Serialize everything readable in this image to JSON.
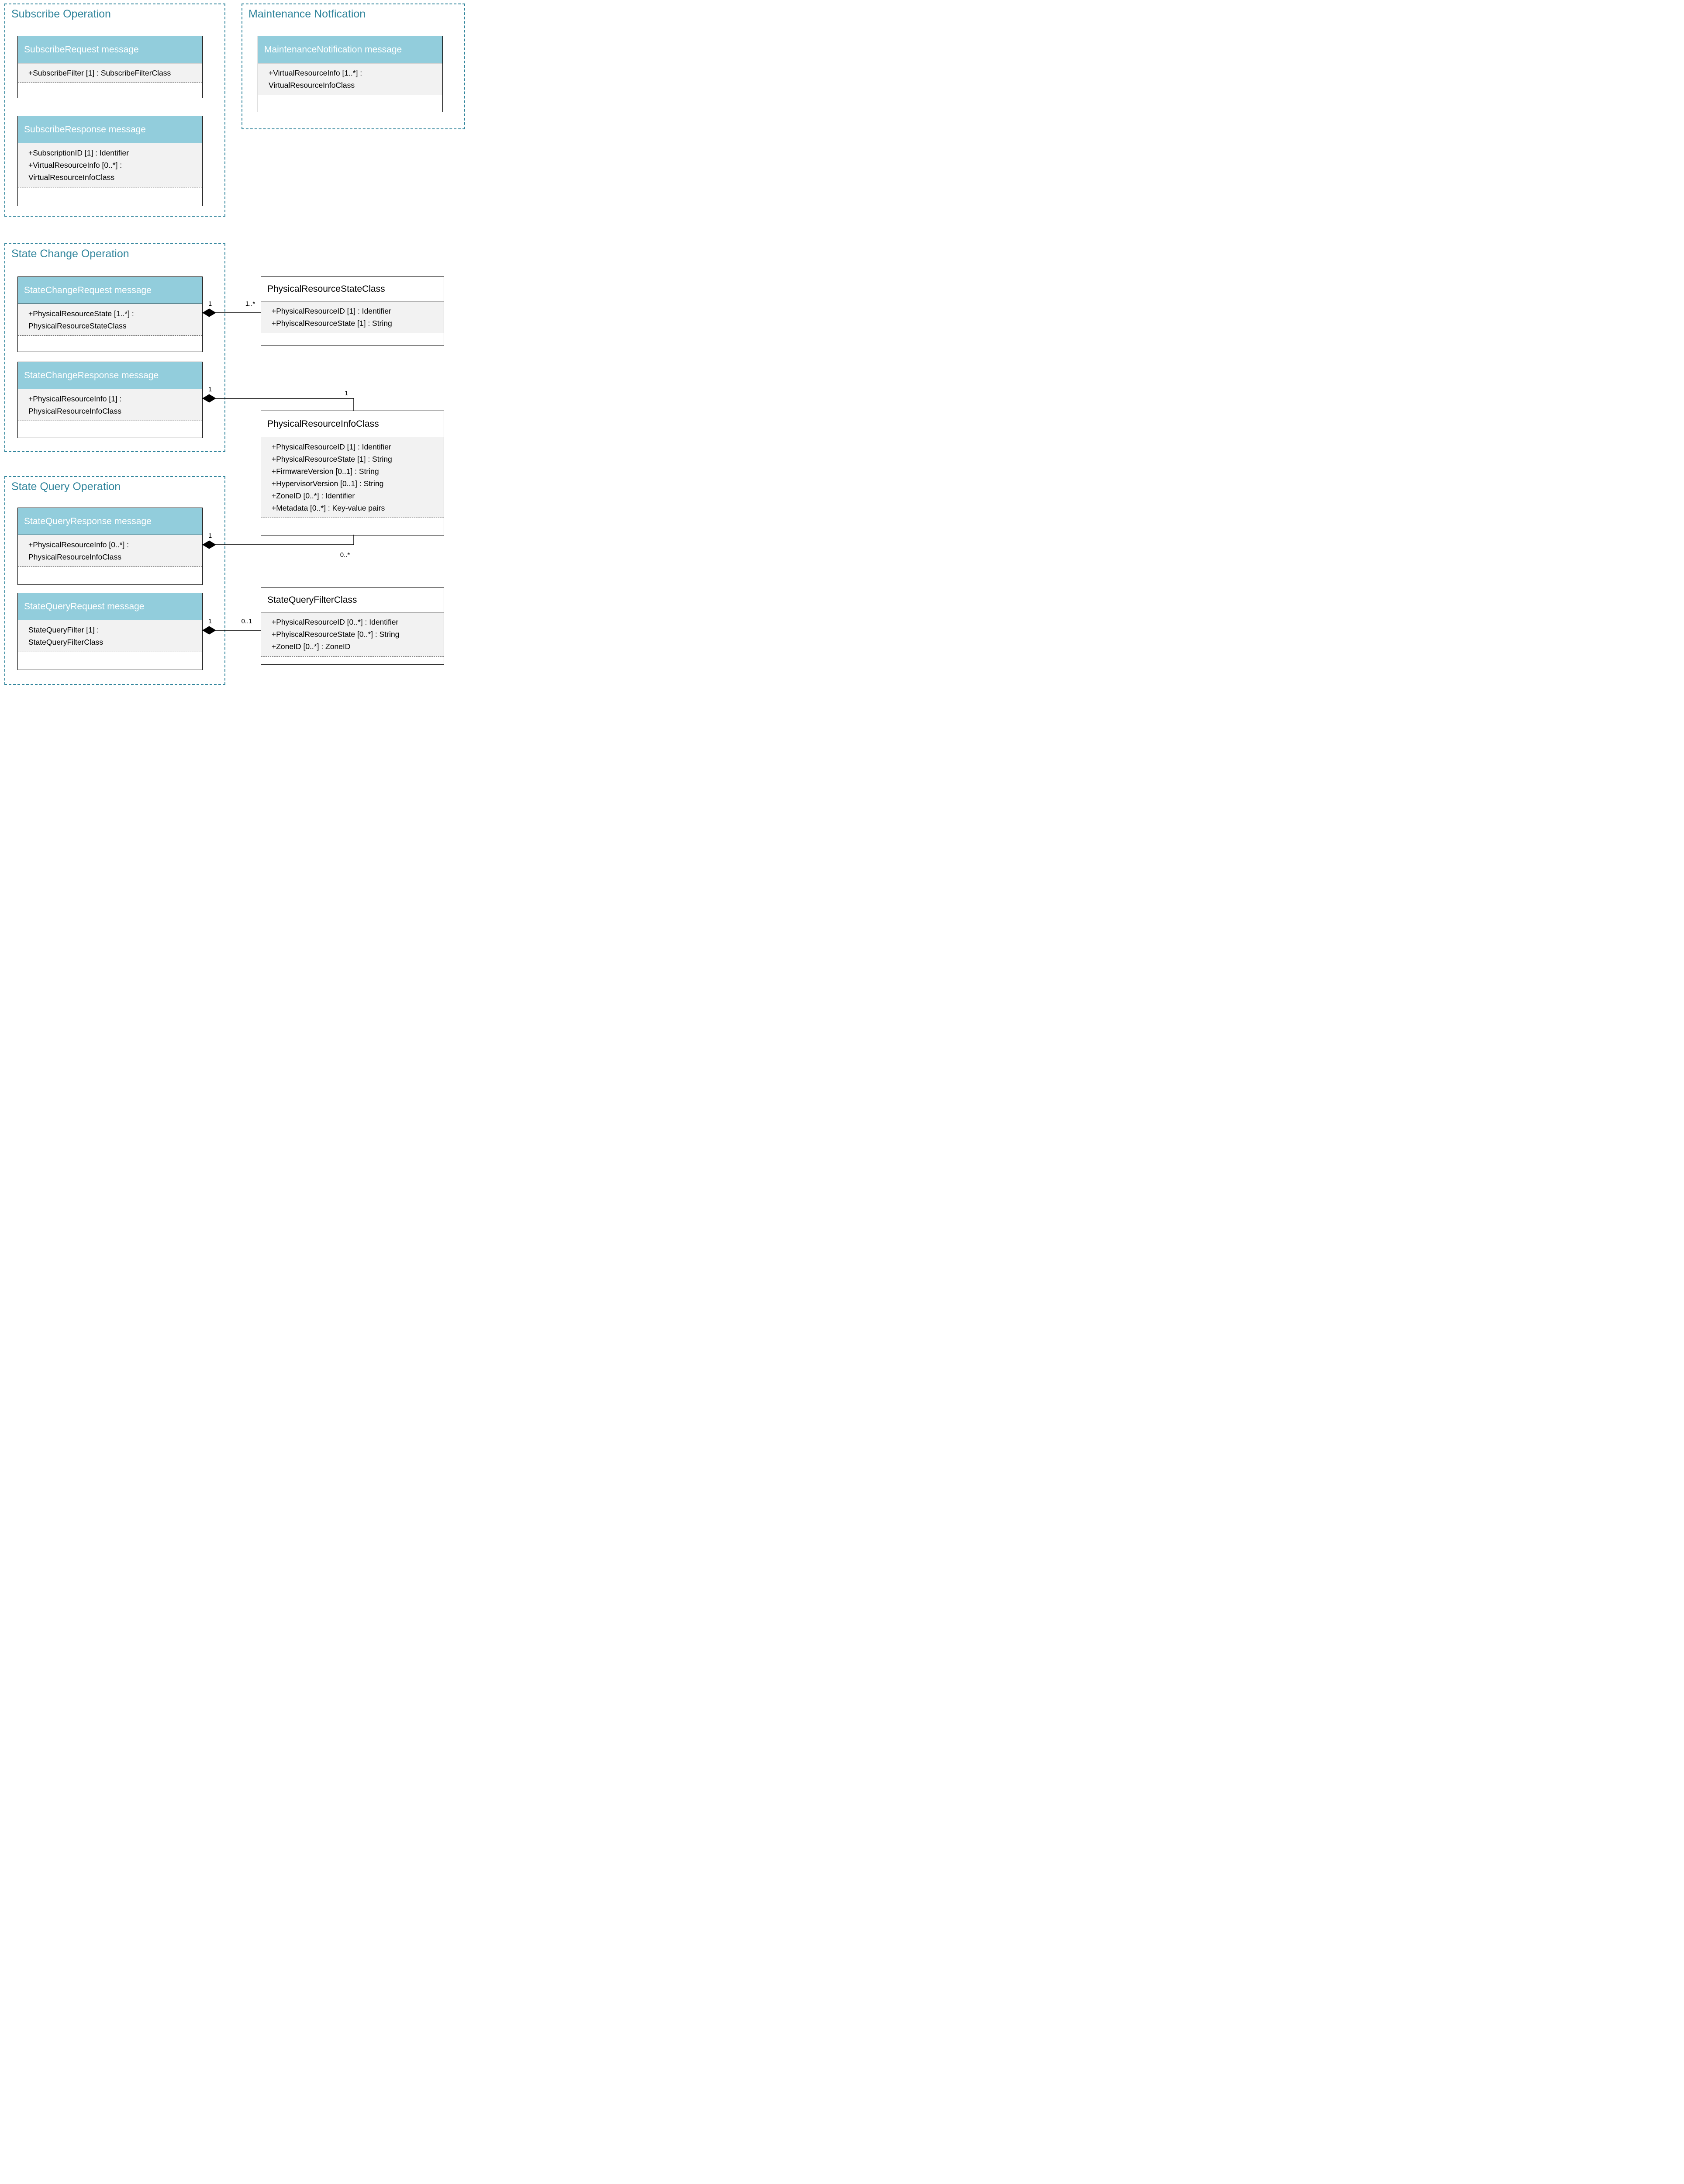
{
  "palette": {
    "accent_teal": "#31859C",
    "class_header_fill": "#92CDDC",
    "class_header_text": "#FFFFFF",
    "attr_compartment_fill": "#F2F2F2",
    "line_color": "#000000"
  },
  "groups": {
    "subscribe": {
      "title": "Subscribe Operation"
    },
    "maintenance": {
      "title": "Maintenance Notfication"
    },
    "state_change": {
      "title": "State Change Operation"
    },
    "state_query": {
      "title": "State Query Operation"
    }
  },
  "classes": {
    "subscribe_request": {
      "title": "SubscribeRequest message",
      "attrs": [
        "+SubscribeFilter [1] : SubscribeFilterClass"
      ]
    },
    "subscribe_response": {
      "title": "SubscribeResponse message",
      "attrs": [
        "+SubscriptionID [1] : Identifier",
        "+VirtualResourceInfo [0..*] :",
        "VirtualResourceInfoClass"
      ]
    },
    "maintenance_notification": {
      "title": "MaintenanceNotification message",
      "attrs": [
        "+VirtualResourceInfo [1..*] :",
        "VirtualResourceInfoClass"
      ]
    },
    "state_change_request": {
      "title": "StateChangeRequest message",
      "attrs": [
        "+PhysicalResourceState [1..*] :",
        "PhysicalResourceStateClass"
      ]
    },
    "state_change_response": {
      "title": "StateChangeResponse message",
      "attrs": [
        "+PhysicalResourceInfo [1] :",
        "PhysicalResourceInfoClass"
      ]
    },
    "physical_resource_state": {
      "title": "PhysicalResourceStateClass",
      "attrs": [
        "+PhysicalResourceID [1] : Identifier",
        "+PhyiscalResourceState [1] : String"
      ]
    },
    "physical_resource_info": {
      "title": "PhysicalResourceInfoClass",
      "attrs": [
        "+PhysicalResourceID [1] : Identifier",
        "+PhysicalResourceState [1] : String",
        "+FirmwareVersion [0..1] : String",
        "+HypervisorVersion [0..1] : String",
        "+ZoneID [0..*] : Identifier",
        "+Metadata [0..*] : Key-value pairs"
      ]
    },
    "state_query_response": {
      "title": "StateQueryResponse message",
      "attrs": [
        "+PhysicalResourceInfo [0..*] :",
        "PhysicalResourceInfoClass"
      ]
    },
    "state_query_request": {
      "title": "StateQueryRequest message",
      "attrs": [
        "StateQueryFilter [1] :",
        "StateQueryFilterClass"
      ]
    },
    "state_query_filter": {
      "title": "StateQueryFilterClass",
      "attrs": [
        "+PhysicalResourceID [0..*] : Identifier",
        "+PhyiscalResourceState [0..*] : String",
        "+ZoneID [0..*] : ZoneID"
      ]
    }
  },
  "connectors": {
    "change_request_state": {
      "source_multiplicity": "1",
      "target_multiplicity": "1..*"
    },
    "change_response_info": {
      "source_multiplicity": "1",
      "target_multiplicity": "1"
    },
    "query_response_info": {
      "source_multiplicity": "1",
      "target_multiplicity": "0..*"
    },
    "query_request_filter": {
      "source_multiplicity": "1",
      "target_multiplicity": "0..1"
    }
  }
}
